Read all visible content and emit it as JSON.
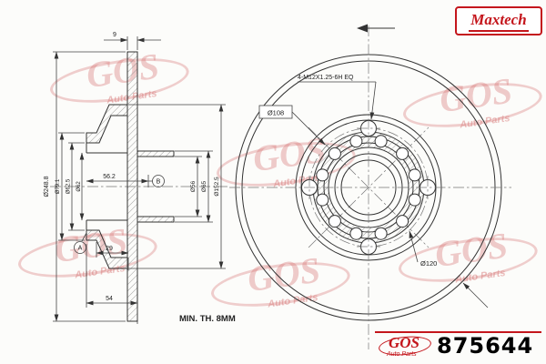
{
  "header": {
    "brand": "Maxtech"
  },
  "footer": {
    "min_thickness_note": "MIN. TH. 8MM",
    "part_number": "875644"
  },
  "logo": {
    "name": "GOS",
    "tagline": "Auto Parts"
  },
  "watermark": {
    "name": "GOS",
    "tagline": "Auto Parts"
  },
  "section_view": {
    "dim_disc_thickness": "9",
    "dim_outer_diameter": "Ø248.8",
    "dim_flange_diameter": "Ø79.1",
    "dim_pilot_diameter": "Ø62.5",
    "dim_bore_diameter": "Ø62",
    "dim_hub_depth": "56.2",
    "datum_b": "B",
    "datum_a": "A",
    "dim_bearing_bore": "Ø56",
    "dim_bearing_outer": "Ø65",
    "dim_hat_diameter": "Ø152.5",
    "dim_offset": "29",
    "dim_overall_width": "54"
  },
  "front_view": {
    "bolt_spec": "4-M12X1.25-6H EQ",
    "dim_pilot_circle": "Ø108",
    "dim_bolt_circle": "Ø120"
  },
  "colors": {
    "accent_red": "#c4161c",
    "line": "#333333",
    "watermark": "#d67272"
  }
}
